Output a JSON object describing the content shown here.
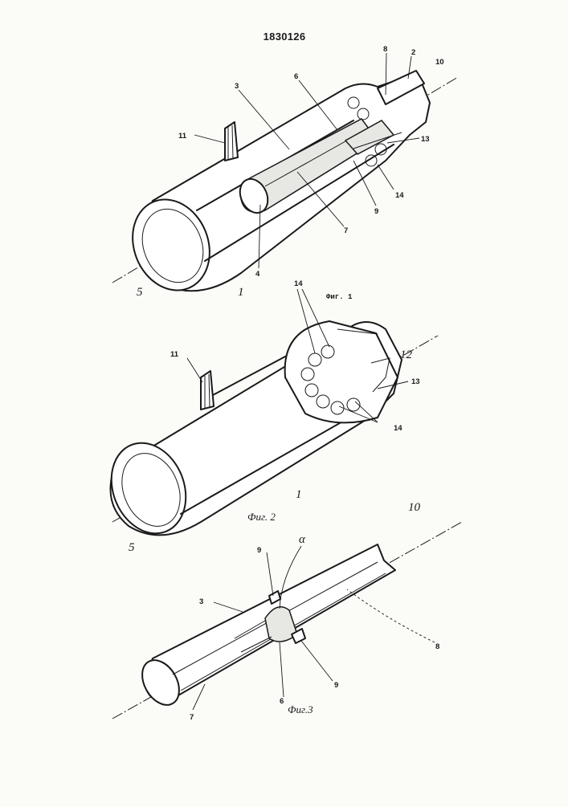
{
  "document": {
    "number": "1830126",
    "figures": [
      {
        "caption": "Фиг. 1",
        "labels": {
          "part_1": "1",
          "part_2": "2",
          "part_3": "3",
          "part_4": "4",
          "part_5": "5",
          "part_6": "6",
          "part_7": "7",
          "part_8": "8",
          "part_9": "9",
          "axis_10": "10",
          "part_11": "11",
          "part_13": "13",
          "part_14": "14"
        }
      },
      {
        "caption": "Фиг. 2",
        "labels": {
          "part_1": "1",
          "part_5": "5",
          "part_11": "11",
          "part_12": "12",
          "part_13": "13",
          "part_14_top": "14",
          "part_14_bottom": "14"
        }
      },
      {
        "caption": "Фиг.3",
        "labels": {
          "alpha": "α",
          "part_3": "3",
          "part_6": "6",
          "part_7": "7",
          "part_8": "8",
          "part_9_top": "9",
          "part_9_bottom": "9",
          "axis_10": "10"
        }
      }
    ]
  }
}
